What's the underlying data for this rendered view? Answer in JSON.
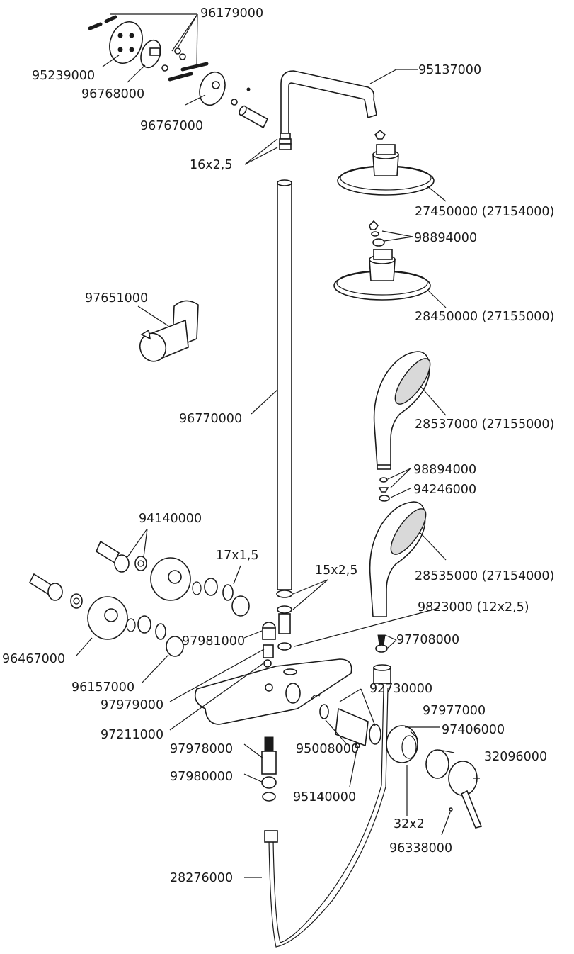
{
  "labels": {
    "p96179000": "96179000",
    "p95239000": "95239000",
    "p96768000": "96768000",
    "p96767000": "96767000",
    "p95137000": "95137000",
    "d16x25": "16x2,5",
    "p27450000": "27450000 (27154000)",
    "p98894000a": "98894000",
    "p28450000": "28450000 (27155000)",
    "p97651000": "97651000",
    "p96770000": "96770000",
    "p28537000": "28537000 (27155000)",
    "p98894000b": "98894000",
    "p94246000": "94246000",
    "p94140000": "94140000",
    "d17x15": "17x1,5",
    "d15x25": "15x2,5",
    "p28535000": "28535000 (27154000)",
    "p9823000": "9823000 (12x2,5)",
    "p97981000": "97981000",
    "p97708000": "97708000",
    "p96467000": "96467000",
    "p96157000": "96157000",
    "p92730000": "92730000",
    "p97979000": "97979000",
    "p97977000": "97977000",
    "p97211000": "97211000",
    "p97406000": "97406000",
    "p95008000": "95008000",
    "p97978000": "97978000",
    "p32096000": "32096000",
    "p97980000": "97980000",
    "p95140000": "95140000",
    "d32x2": "32x2",
    "p96338000": "96338000",
    "p28276000": "28276000"
  }
}
